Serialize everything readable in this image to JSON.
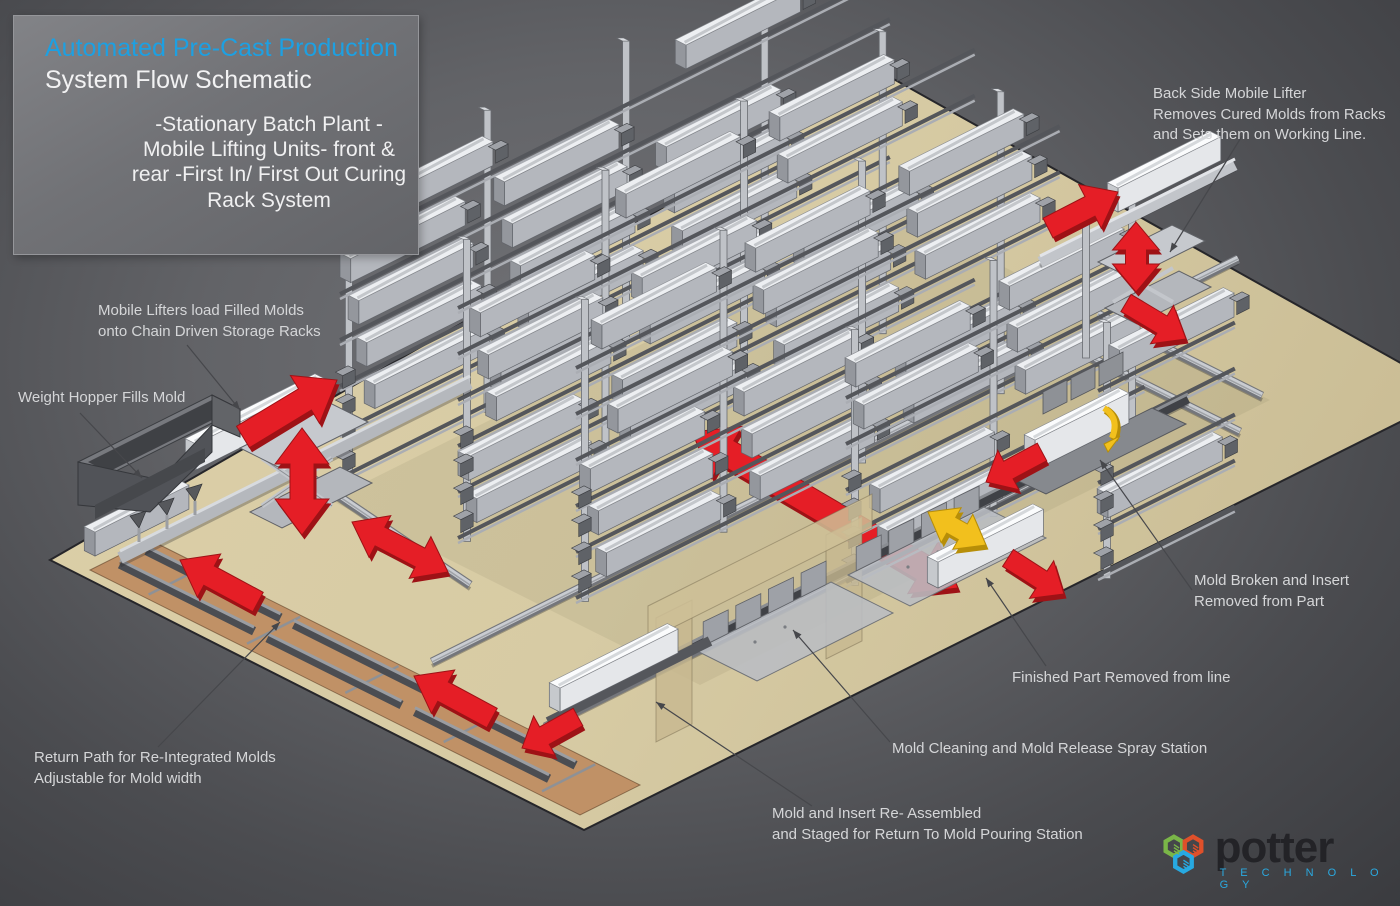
{
  "title_panel": {
    "line1": "Automated Pre-Cast Production",
    "line2": "System Flow Schematic",
    "bullets": [
      "-Stationary Batch Plant",
      "-Mobile Lifting Units-",
      "front & rear",
      "-First In/ First Out Curing",
      "Rack System"
    ]
  },
  "labels": {
    "back_lifter": {
      "lines": [
        "Back Side Mobile Lifter",
        "Removes Cured Molds from Racks",
        "and Sets them on Working Line."
      ]
    },
    "mobile_lifters": {
      "lines": [
        "Mobile Lifters load Filled Molds",
        "onto  Chain Driven Storage Racks"
      ]
    },
    "weight_hopper": {
      "lines": [
        "Weight Hopper Fills Mold"
      ]
    },
    "mold_broken": {
      "lines": [
        "Mold Broken and Insert",
        "Removed from Part"
      ]
    },
    "finished_part": {
      "lines": [
        "Finished Part Removed from line"
      ]
    },
    "mold_cleaning": {
      "lines": [
        "Mold Cleaning and Mold Release Spray Station"
      ]
    },
    "return_path": {
      "lines": [
        "Return Path for Re-Integrated Molds",
        "Adjustable for Mold width"
      ]
    },
    "reassembly": {
      "lines": [
        "Mold and Insert Re- Assembled",
        "and Staged for Return To Mold Pouring Station"
      ]
    }
  },
  "logo": {
    "name": "potter",
    "tagline": "T E C H N O L O G Y"
  },
  "colors": {
    "title_blue": "#1da0e2",
    "label_text": "#d5d6d8",
    "floor_tan": "#d7cba4",
    "floor_tan_dark": "#cbbe96",
    "return_brown": "#c09166",
    "arrow_red": "#e51e26",
    "arrow_red_dark": "#9e1216",
    "arrow_yellow": "#f2c01d",
    "arrow_yellow_dark": "#b78e08",
    "mold_body": "#b4b7bd",
    "mold_top": "#edeff2",
    "mold_side": "#94979d",
    "rail_dark": "#54565b",
    "rail_light": "#c9ccd1",
    "post_gray": "#bfc2c7",
    "hopper_dark": "#515358",
    "leader_line": "#46474b",
    "logo_green": "#7ab648",
    "logo_orange": "#e0502a",
    "logo_blue": "#27a9e1",
    "logo_text": "#232327"
  }
}
